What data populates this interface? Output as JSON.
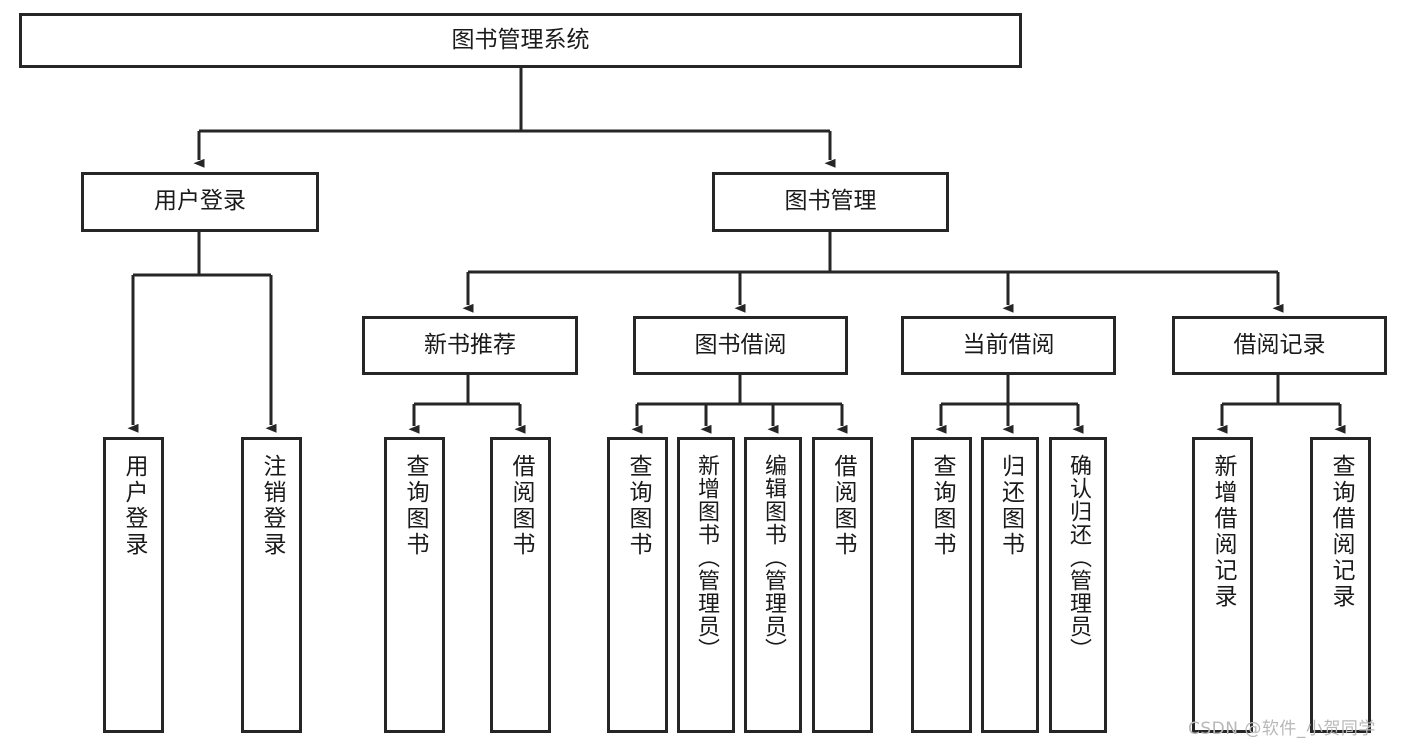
{
  "diagram": {
    "type": "tree-hierarchy-chart",
    "title": "图书管理系统",
    "root": {
      "id": "root",
      "label": "图书管理系统"
    },
    "level2": [
      {
        "id": "user-login",
        "label": "用户登录"
      },
      {
        "id": "book-manage",
        "label": "图书管理"
      }
    ],
    "level3": [
      {
        "id": "new-book-rec",
        "label": "新书推荐",
        "parent": "book-manage"
      },
      {
        "id": "book-borrow",
        "label": "图书借阅",
        "parent": "book-manage"
      },
      {
        "id": "current-borrow",
        "label": "当前借阅",
        "parent": "book-manage"
      },
      {
        "id": "borrow-record",
        "label": "借阅记录",
        "parent": "book-manage"
      }
    ],
    "leaves": [
      {
        "id": "leaf-user-login",
        "label": "用户登录",
        "parent": "user-login"
      },
      {
        "id": "leaf-logout-login",
        "label": "注销登录",
        "parent": "user-login"
      },
      {
        "id": "leaf-query-book-1",
        "label": "查询图书",
        "parent": "new-book-rec"
      },
      {
        "id": "leaf-borrow-book-1",
        "label": "借阅图书",
        "parent": "new-book-rec"
      },
      {
        "id": "leaf-query-book-2",
        "label": "查询图书",
        "parent": "book-borrow"
      },
      {
        "id": "leaf-add-book",
        "label": "新增图书（管理员）",
        "parent": "book-borrow"
      },
      {
        "id": "leaf-edit-book",
        "label": "编辑图书（管理员）",
        "parent": "book-borrow"
      },
      {
        "id": "leaf-borrow-book-2",
        "label": "借阅图书",
        "parent": "book-borrow"
      },
      {
        "id": "leaf-query-book-3",
        "label": "查询图书",
        "parent": "current-borrow"
      },
      {
        "id": "leaf-return-book",
        "label": "归还图书",
        "parent": "current-borrow"
      },
      {
        "id": "leaf-confirm-return",
        "label": "确认归还（管理员）",
        "parent": "current-borrow"
      },
      {
        "id": "leaf-add-record",
        "label": "新增借阅记录",
        "parent": "borrow-record"
      },
      {
        "id": "leaf-query-record",
        "label": "查询借阅记录",
        "parent": "borrow-record"
      }
    ],
    "watermark": "CSDN @软件_小贺同学",
    "colors": {
      "stroke": "#262626",
      "background": "#ffffff",
      "text": "#1a1a1a",
      "watermark": "#b8b8b8"
    }
  }
}
